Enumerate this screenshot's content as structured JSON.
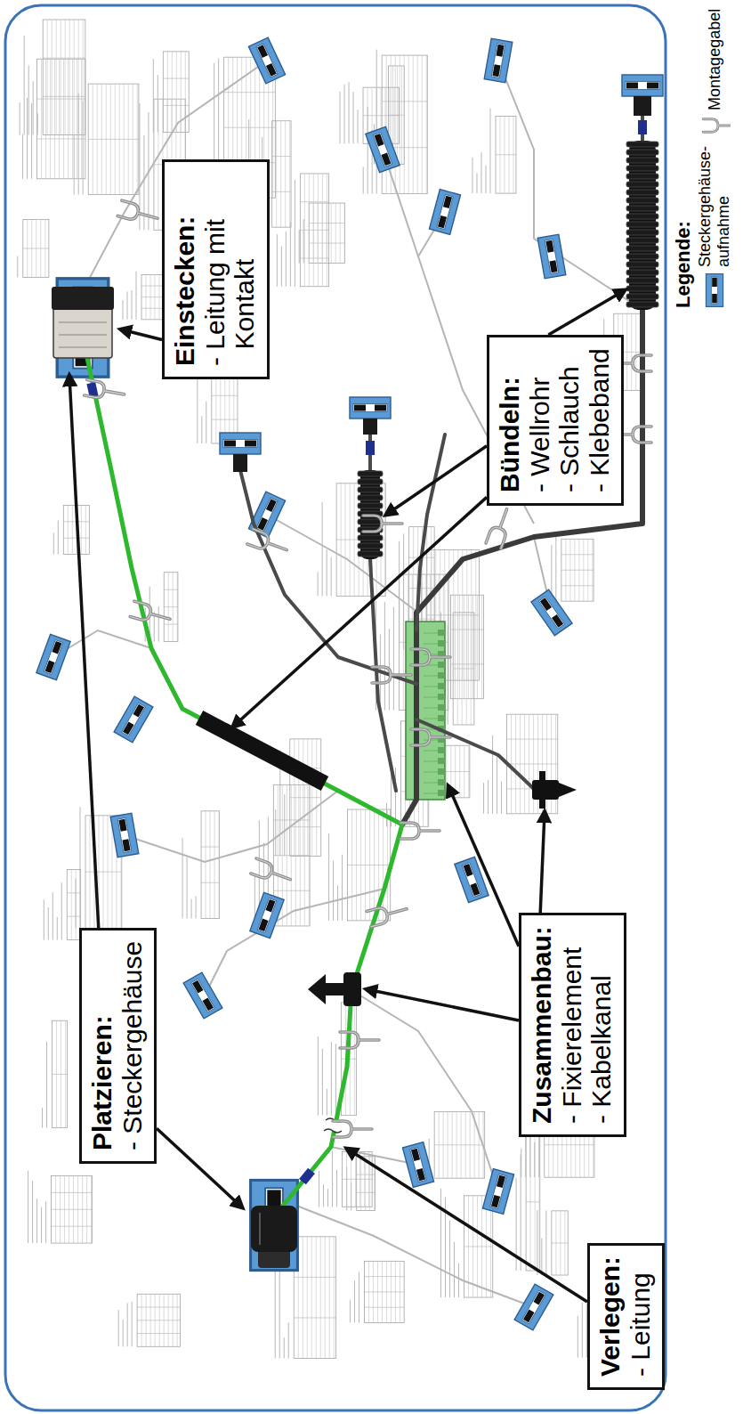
{
  "diagram": {
    "nodes": [
      {
        "text": [
          "Platzieren:",
          "- Steckergehäuse"
        ]
      },
      {
        "text": [
          "Einstecken:",
          "- Leitung mit Kontakt"
        ]
      },
      {
        "text": [
          "Bündeln:",
          "- Wellrohr",
          "- Schlauch",
          "- Klebeband"
        ]
      },
      {
        "text": [
          "Zusammenbau:",
          "- Fixierelement",
          "- Kabelkanal"
        ]
      },
      {
        "text": [
          "Verlegen:",
          "- Leitung"
        ]
      }
    ],
    "labels": [
      "Legende:"
    ],
    "legend": [
      {
        "text": "Steckergehäuse- aufnahme"
      },
      {
        "text": "Montagegabel"
      }
    ]
  }
}
